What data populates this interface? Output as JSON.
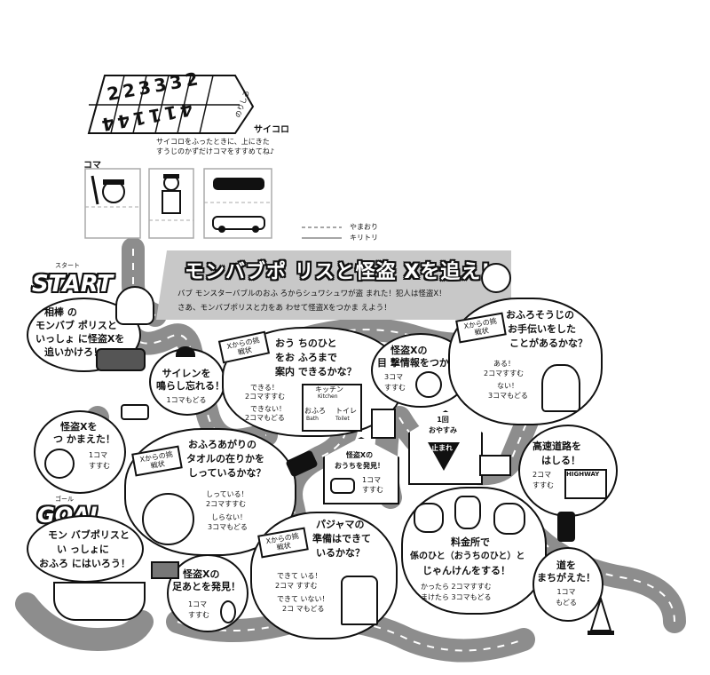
{
  "dice": {
    "faces_top": [
      "2",
      "2",
      "3",
      "3",
      "3",
      "2"
    ],
    "faces_bottom": [
      "4",
      "1",
      "1",
      "1",
      "4",
      "4"
    ],
    "glue_label": "のりしろ",
    "label": "サイコロ",
    "instruction_1": "サイコロをふったときに、上にきた",
    "instruction_2": "すうじのかずだけコマをすすめてね♪"
  },
  "pieces": {
    "label": "コマ"
  },
  "legend": {
    "fold_label": "やまおり",
    "cut_label": "キリトリ"
  },
  "title": {
    "main": "モンバブポ リスと怪盗 Xを追え!",
    "desc_1": "バブ モンスターバブルのおふ ろからシュワシュワが盗 まれた！犯人は怪盗X！",
    "desc_2": "さあ、モンバブポリスと力をあ わせて怪盗Xをつかま えよう！"
  },
  "start": {
    "label": "START",
    "ruby": "スタート",
    "text_1": "相棒 の",
    "text_2": "モンバブ ポリスと",
    "text_3": "いっしょ に怪盗Xを",
    "text_4": "追いかけろ！"
  },
  "goal": {
    "label": "GOAL",
    "ruby": "ゴール",
    "text_1": "モン バブポリスと",
    "text_2": "い っしょに",
    "text_3": "おふろ にはいろう！"
  },
  "spaces": {
    "siren": {
      "text_1": "サイレンを",
      "text_2": "鳴らし忘れる！",
      "move": "1コマもどる"
    },
    "catch": {
      "text_1": "怪盗Xを",
      "text_2": "つ かまえた！",
      "move_1": "1コマ",
      "move_2": "すすむ"
    },
    "family": {
      "challenge": "Xからの挑戦状",
      "q_1": "おう ちのひと",
      "q_2": "をお ふろまで",
      "q_3": "案内 できるかな？",
      "a_yes": "できる！",
      "a_yes_move": "2コマすすむ",
      "a_no": "できない！",
      "a_no_move": "2コマもどる",
      "sign_top": "キッチン",
      "sign_top_en": "Kitchen",
      "sign_left": "おふろ",
      "sign_left_en": "Bath",
      "sign_right": "トイレ",
      "sign_right_en": "Toilet"
    },
    "witness": {
      "text_1": "怪盗Xの",
      "text_2": "目 撃情報をつかむ！",
      "move_1": "3コマ",
      "move_2": "すすむ"
    },
    "helper": {
      "challenge": "Xからの挑戦状",
      "q_1": "おふろそうじの",
      "q_2": "お手伝いをした",
      "q_3": "ことがあるかな？",
      "a_yes": "ある！",
      "a_yes_move": "2コマすすむ",
      "a_no": "ない！",
      "a_no_move": "3コマもどる"
    },
    "rest": {
      "text_1": "1回",
      "text_2": "おやすみ",
      "stop_sign": "止まれ"
    },
    "towel": {
      "challenge": "Xからの挑戦状",
      "q_1": "おふろあがりの",
      "q_2": "タオルの在りかを",
      "q_3": "しっているかな？",
      "a_yes": "しっている！",
      "a_yes_move": "2コマすすむ",
      "a_no": "しらない！",
      "a_no_move": "3コマもどる"
    },
    "house": {
      "text_1": "怪盗Xの",
      "text_2": "おうちを発見！",
      "move_1": "1コマ",
      "move_2": "すすむ"
    },
    "highway": {
      "text_1": "高速道路を",
      "text_2": "はしる！",
      "move_1": "2コマ",
      "move_2": "すすむ",
      "sign": "HIGHWAY"
    },
    "pajama": {
      "challenge": "Xからの挑戦状",
      "q_1": "パジャマの",
      "q_2": "準備はできて",
      "q_3": "いるかな？",
      "a_yes": "できて いる！",
      "a_yes_move": "2コマ すすむ",
      "a_no": "できて いない！",
      "a_no_move": "2コ マもどる"
    },
    "toll": {
      "text_1": "料金所で",
      "text_2": "係のひと（おうちのひと）と",
      "text_3": "じゃんけんをする！",
      "win": "かったら 2コマすすむ",
      "lose": "まけたら 3コマもどる"
    },
    "lost": {
      "text_1": "道を",
      "text_2": "まちがえた！",
      "move_1": "1コマ",
      "move_2": "もどる"
    },
    "footprint": {
      "text_1": "怪盗Xの",
      "text_2": "足あとを発見！",
      "move_1": "1コマ",
      "move_2": "すすむ"
    }
  }
}
